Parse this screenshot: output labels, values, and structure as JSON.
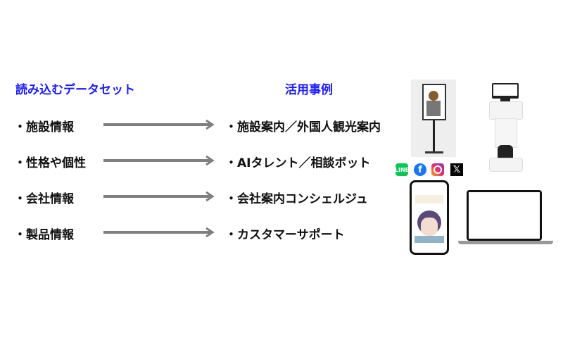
{
  "headers": {
    "left": "読み込むデータセット",
    "right": "活用事例"
  },
  "rows": [
    {
      "bullet": "・",
      "input": "施設情報",
      "use_case": "施設案内／外国人観光案内"
    },
    {
      "bullet": "・",
      "input": "性格や個性",
      "use_case": "AIタレント／相談ボット"
    },
    {
      "bullet": "・",
      "input": "会社情報",
      "use_case": "会社案内コンシェルジュ"
    },
    {
      "bullet": "・",
      "input": "製品情報",
      "use_case": "カスタマーサポート"
    }
  ],
  "social_icons": [
    "line-icon",
    "facebook-icon",
    "instagram-icon",
    "x-icon"
  ],
  "colors": {
    "accent": "#1a1aff",
    "arrow": "#7f7f7f",
    "text": "#111111"
  }
}
